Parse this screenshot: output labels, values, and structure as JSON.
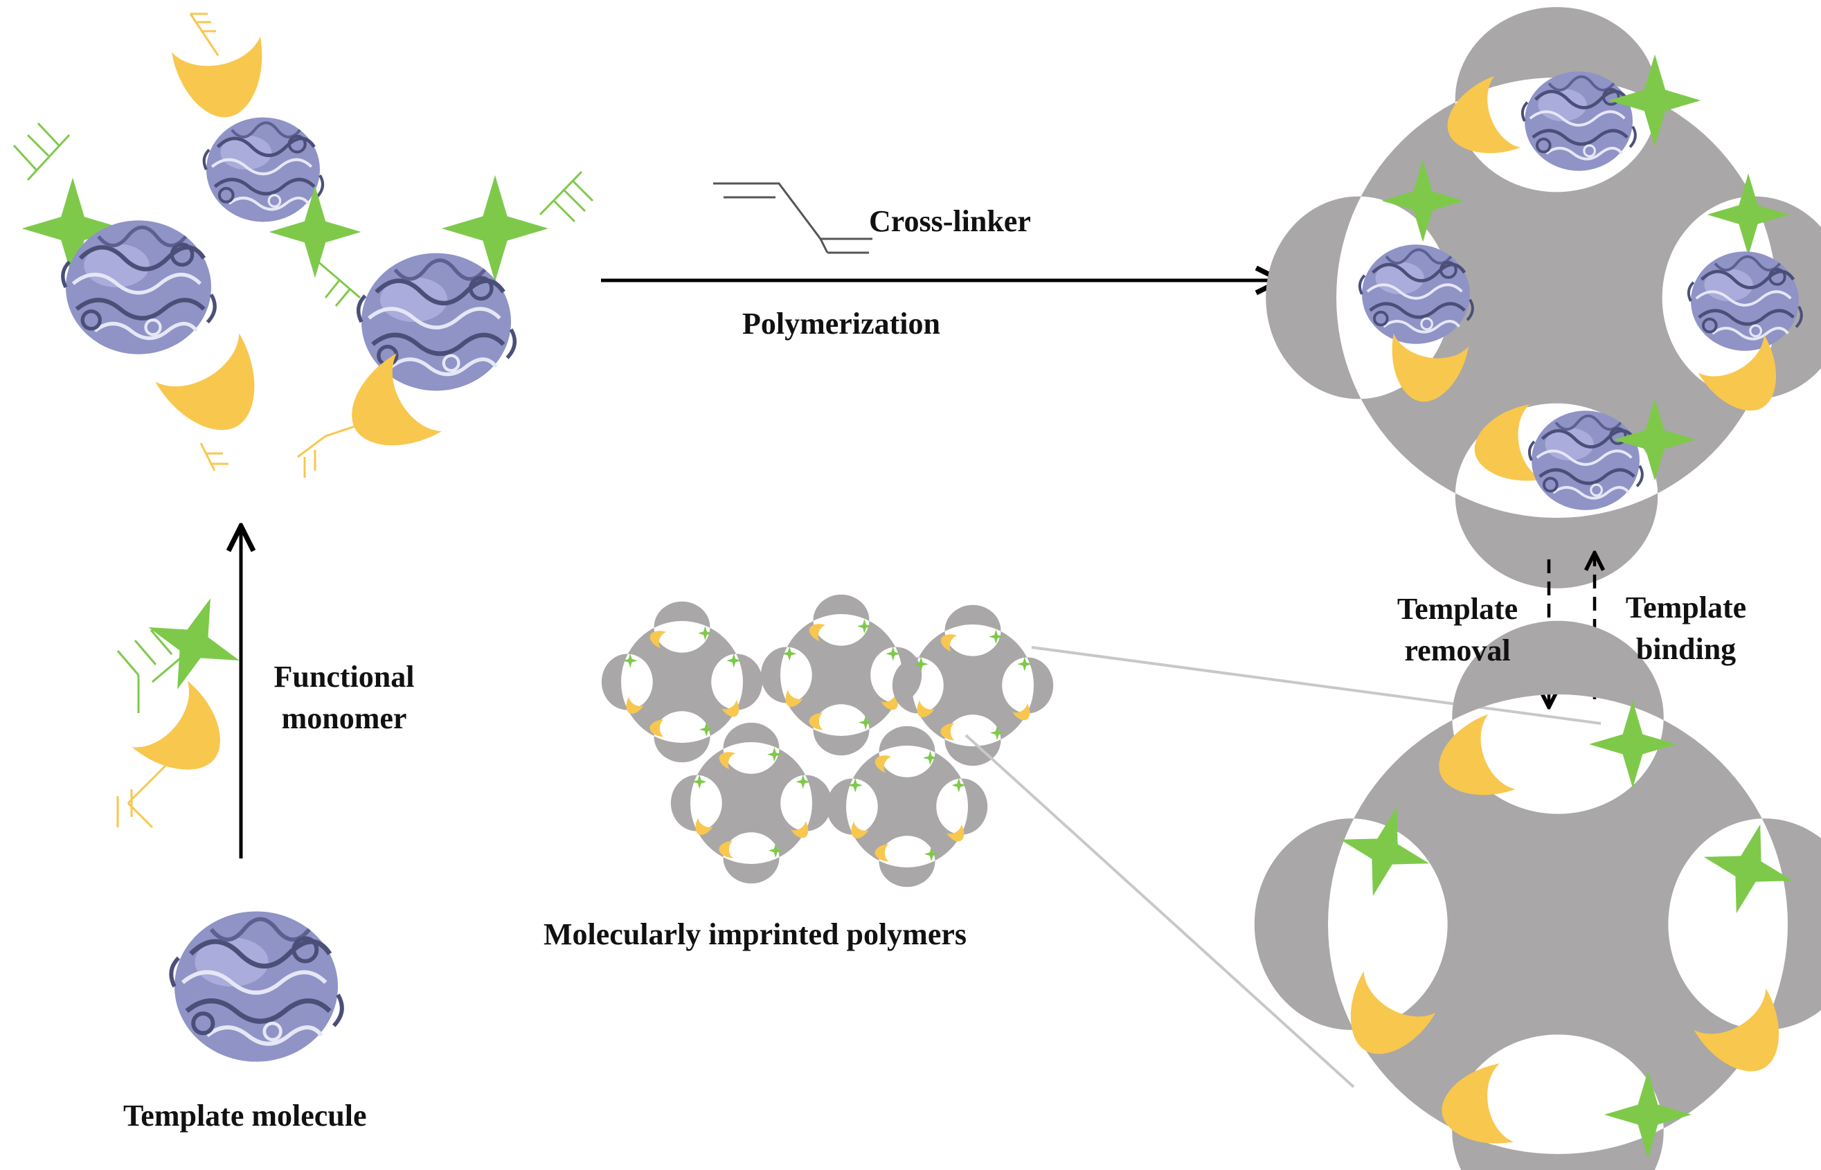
{
  "labels": {
    "cross_linker": "Cross-linker",
    "polymerization": "Polymerization",
    "functional_monomer_line1": "Functional",
    "functional_monomer_line2": "monomer",
    "template_molecule": "Template molecule",
    "molecularly_imprinted_polymers": "Molecularly imprinted polymers",
    "template_removal_line1": "Template",
    "template_removal_line2": "removal",
    "template_binding_line1": "Template",
    "template_binding_line2": "binding"
  },
  "colors": {
    "polymer": "#a9a7a8",
    "protein": "#8f93c6",
    "protein_dark": "#4b4f78",
    "star": "#7ec94a",
    "crescent": "#f8c74e",
    "arrow": "#000000",
    "zoom_line": "#c8c8c8"
  }
}
